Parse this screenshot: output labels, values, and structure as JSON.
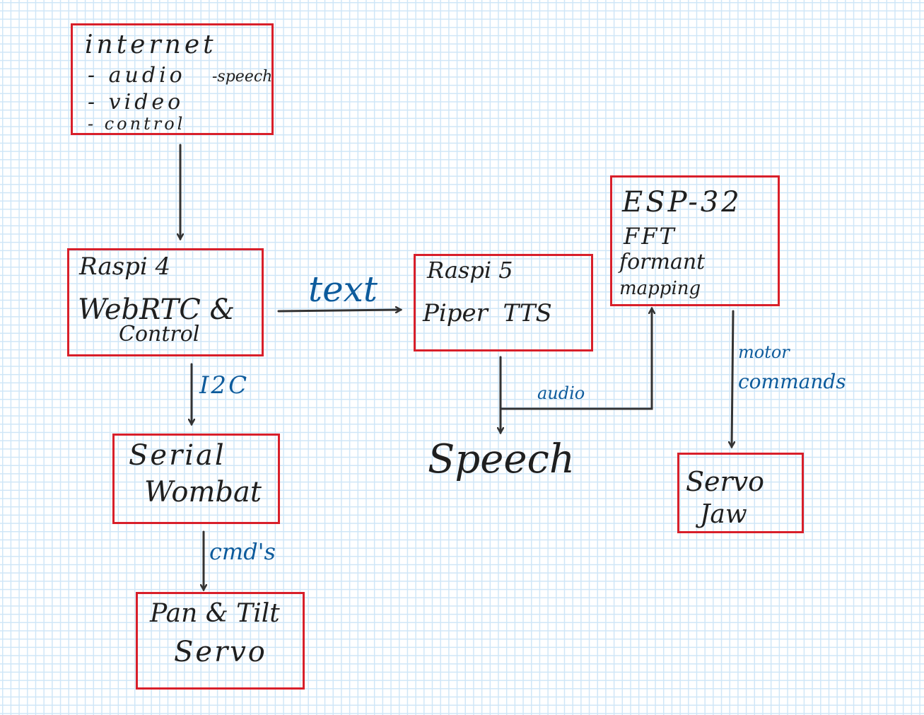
{
  "diagram": {
    "nodes": {
      "internet": {
        "title": "internet",
        "items": [
          "- audio",
          "- video",
          "- control"
        ],
        "note": "-speech"
      },
      "raspi4": {
        "lines": [
          "Raspi 4",
          "WebRTC &",
          "Control"
        ]
      },
      "raspi5": {
        "lines": [
          "Raspi 5",
          "Piper  TTS"
        ]
      },
      "esp32": {
        "lines": [
          "ESP-32",
          "FFT",
          "formant",
          "mapping"
        ]
      },
      "wombat": {
        "lines": [
          "Serial",
          "Wombat"
        ]
      },
      "pantilt": {
        "lines": [
          "Pan & Tilt",
          "Servo"
        ]
      },
      "servo_jaw": {
        "lines": [
          "Servo",
          "Jaw"
        ]
      },
      "speech": {
        "label": "Speech"
      }
    },
    "edges": [
      {
        "from": "internet",
        "to": "raspi4",
        "label": ""
      },
      {
        "from": "raspi4",
        "to": "raspi5",
        "label": "text"
      },
      {
        "from": "raspi4",
        "to": "wombat",
        "label": "I2C"
      },
      {
        "from": "wombat",
        "to": "pantilt",
        "label": "cmd's"
      },
      {
        "from": "raspi5",
        "to": "speech",
        "label": "audio"
      },
      {
        "from": "raspi5",
        "to": "esp32",
        "label": "audio"
      },
      {
        "from": "esp32",
        "to": "servo_jaw",
        "label": "motor commands"
      }
    ],
    "edge_labels": {
      "text": "text",
      "i2c": "I2C",
      "cmds": "cmd's",
      "audio": "audio",
      "motor": "motor",
      "commands": "commands"
    },
    "colors": {
      "box_border": "#d81f2a",
      "ink": "#1f1f1f",
      "label_ink": "#0d5b9c",
      "grid": "#cfe6f7"
    }
  }
}
